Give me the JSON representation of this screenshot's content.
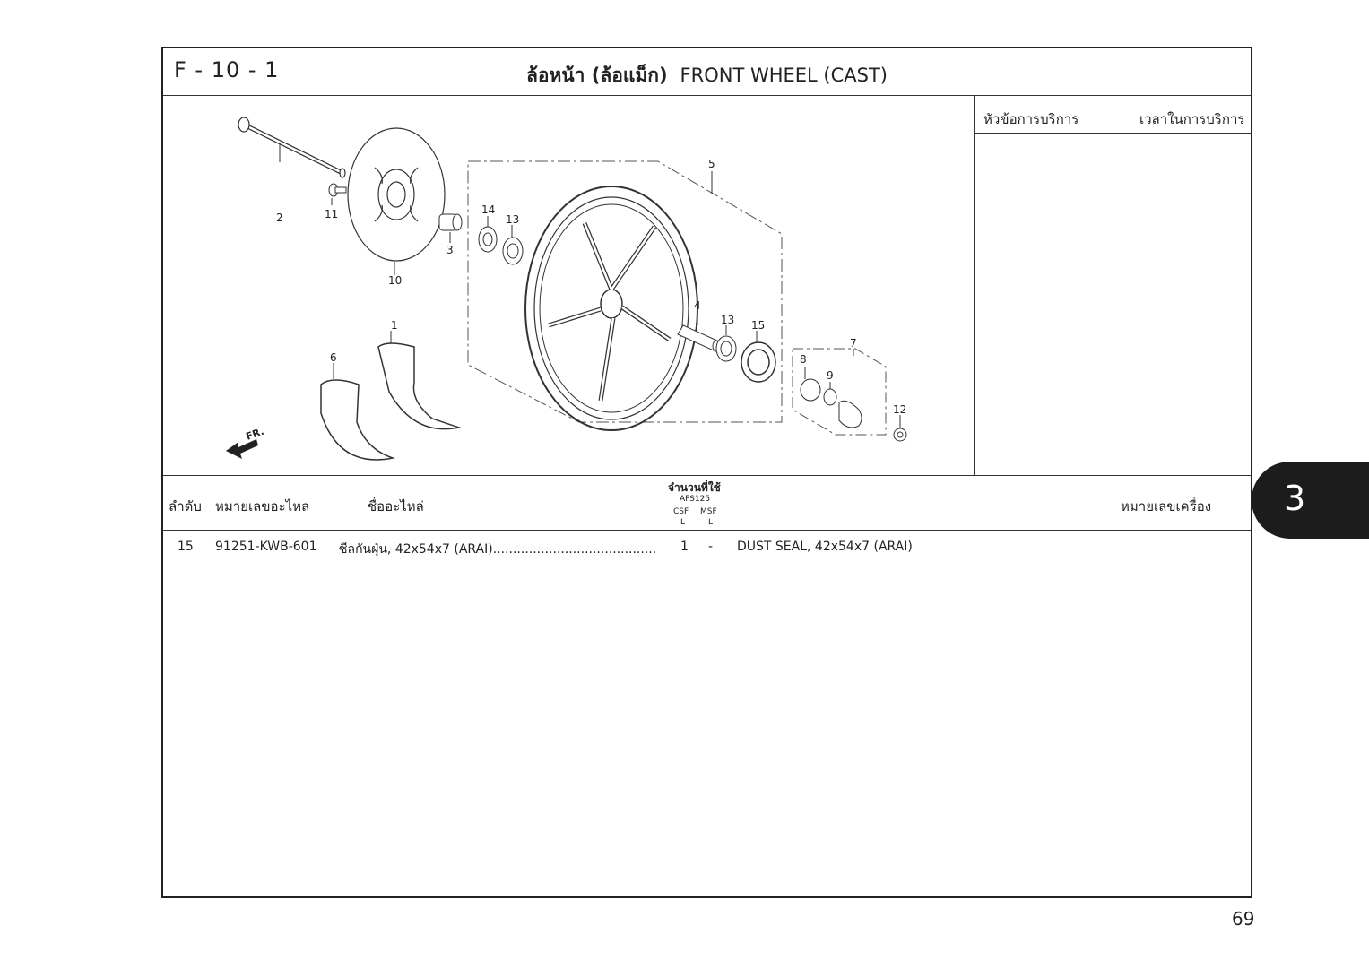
{
  "header": {
    "ref_code": "F - 10 - 1",
    "title_thai": "ล้อหน้า (ล้อแม็ก)",
    "title_en": "FRONT WHEEL (CAST)"
  },
  "service_panel": {
    "topic_label": "หัวข้อการบริการ",
    "time_label": "เวลาในการบริการ"
  },
  "diagram": {
    "callouts": [
      "1",
      "2",
      "3",
      "4",
      "5",
      "6",
      "7",
      "8",
      "9",
      "10",
      "11",
      "12",
      "13",
      "13",
      "14",
      "15"
    ],
    "fr_label": "FR."
  },
  "table": {
    "headers": {
      "no": "ลำดับ",
      "part_no": "หมายเลขอะไหล่",
      "part_name": "ชื่ออะไหล่",
      "qty_title": "จำนวนที่ใช้",
      "model": "AFS125",
      "csf": "CSF",
      "msf": "MSF",
      "csf_sub": "L",
      "msf_sub": "L",
      "engine_no": "หมายเลขเครื่อง"
    },
    "rows": [
      {
        "no": "15",
        "part_no": "91251-KWB-601",
        "name_th": "ซีลกันฝุ่น, 42x54x7 (ARAI)...............................................",
        "qty_csf": "1",
        "qty_msf": "-",
        "name_en": "DUST SEAL, 42x54x7 (ARAI)"
      }
    ]
  },
  "section_tab": "3",
  "page_number": "69"
}
